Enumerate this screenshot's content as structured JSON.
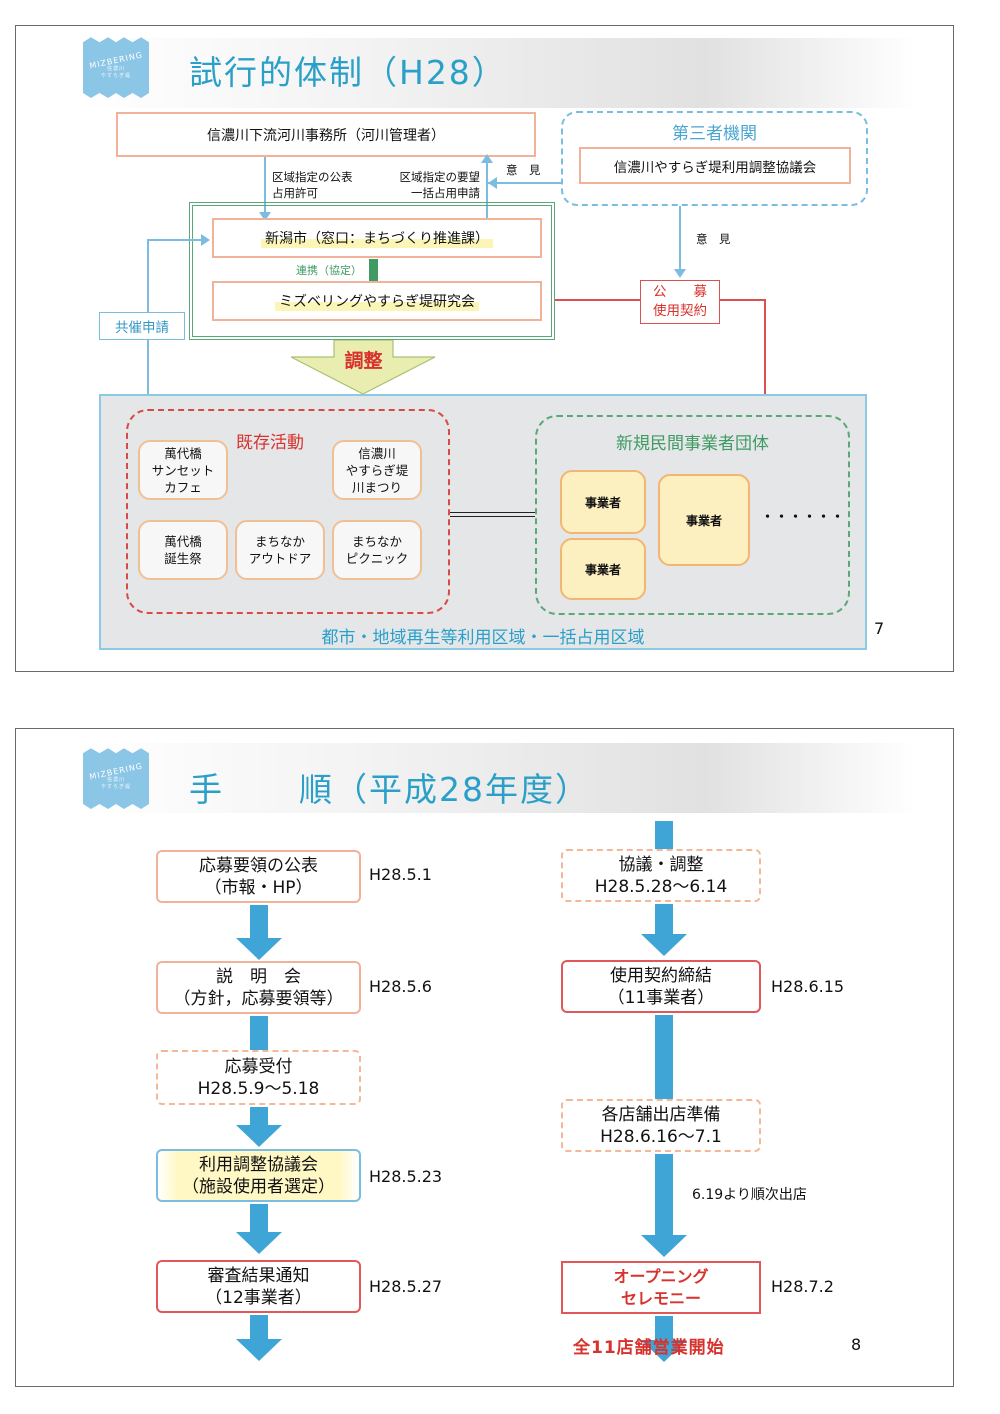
{
  "slide1": {
    "logo": {
      "line1": "MIZBERING",
      "line2": "信濃川",
      "line3": "やすらぎ堤"
    },
    "title": "試行的体制（H28）",
    "river_office": "信濃川下流河川事務所（河川管理者）",
    "label_publish": [
      "区域指定の公表",
      "占用許可"
    ],
    "label_request": [
      "区域指定の要望",
      "一括占用申請"
    ],
    "label_opinion_top": "意　見",
    "third_party": {
      "heading": "第三者機関",
      "council": "信濃川やすらぎ堤利用調整協議会"
    },
    "label_opinion_right": "意　見",
    "city": "新潟市（窓口：まちづくり推進課）",
    "cooperation": "連携（協定）",
    "research_group": "ミズベリングやすらぎ堤研究会",
    "co_sponsor": "共催申請",
    "recruit": [
      "公　　募",
      "使用契約"
    ],
    "adjust": "調整",
    "existing": {
      "heading": "既存活動",
      "items": [
        [
          "萬代橋",
          "サンセット",
          "カフェ"
        ],
        [
          "信濃川",
          "やすらぎ堤",
          "川まつり"
        ],
        [
          "萬代橋",
          "誕生祭"
        ],
        [
          "まちなか",
          "アウトドア"
        ],
        [
          "まちなか",
          "ピクニック"
        ]
      ]
    },
    "new_private": {
      "heading": "新規民間事業者団体",
      "items": [
        "事業者",
        "事業者",
        "事業者"
      ],
      "ellipsis": "・・・・・・"
    },
    "zone_label": "都市・地域再生等利用区域・一括占用区域",
    "page_number": "7"
  },
  "slide2": {
    "logo": {
      "line1": "MIZBERING",
      "line2": "信濃川",
      "line3": "やすらぎ堤"
    },
    "title_left": "手",
    "title_right": "順（平成28年度）",
    "left_steps": [
      {
        "lines": [
          "応募要領の公表",
          "（市報・HP）"
        ],
        "date": "H28.5.1",
        "style": "solid-orange"
      },
      {
        "lines": [
          "説　明　会",
          "（方針，応募要領等）"
        ],
        "date": "H28.5.6",
        "style": "solid-orange"
      },
      {
        "lines": [
          "応募受付",
          "H28.5.9〜5.18"
        ],
        "date": "",
        "style": "dash-orange"
      },
      {
        "lines": [
          "利用調整協議会",
          "（施設使用者選定）"
        ],
        "date": "H28.5.23",
        "style": "blue"
      },
      {
        "lines": [
          "審査結果通知",
          "（12事業者）"
        ],
        "date": "H28.5.27",
        "style": "red"
      }
    ],
    "right_steps": [
      {
        "lines": [
          "協議・調整",
          "H28.5.28〜6.14"
        ],
        "date": "",
        "style": "dash-orange"
      },
      {
        "lines": [
          "使用契約締結",
          "（11事業者）"
        ],
        "date": "H28.6.15",
        "style": "red"
      },
      {
        "lines": [
          "各店舗出店準備",
          "H28.6.16〜7.1"
        ],
        "date": "",
        "style": "dash-orange"
      },
      {
        "lines": [
          "オープニング",
          "セレモニー"
        ],
        "date": "H28.7.2",
        "style": "ceremony"
      }
    ],
    "sequential_note": "6.19より順次出店",
    "all_open": "全11店舗営業開始",
    "page_number": "8"
  },
  "colors": {
    "title_blue": "#2aa0c8",
    "line_blue": "#7bbde0",
    "arrow_blue": "#3ea5d6",
    "accent_red": "#d8322e",
    "green": "#3f9a63",
    "orange_border": "#f0b39a"
  }
}
